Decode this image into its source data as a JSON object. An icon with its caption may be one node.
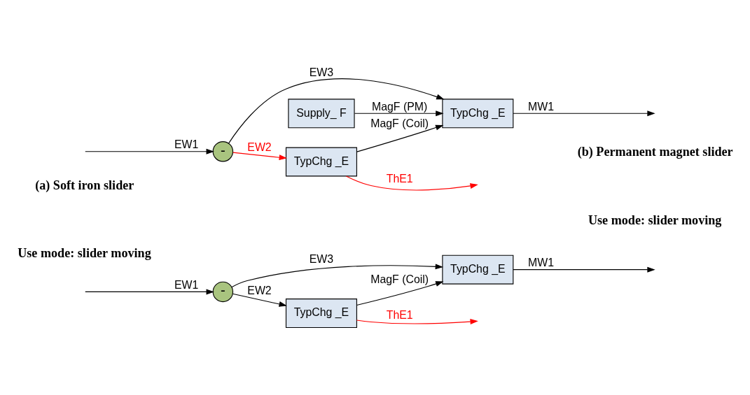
{
  "diagram": {
    "nodes": [
      {
        "text": [
          "-"
        ]
      },
      {
        "text": [
          "TypChg _E"
        ]
      },
      {
        "text": [
          "TypChg _E"
        ]
      },
      {
        "text": [
          "-"
        ]
      },
      {
        "text": [
          "TypChg _E"
        ]
      },
      {
        "text": [
          "TypChg _E"
        ]
      },
      {
        "text": [
          "Supply_ F"
        ]
      }
    ],
    "edges": [
      {
        "from": null,
        "to": 0,
        "arrow": "to",
        "label": "EW1"
      },
      {
        "from": 0,
        "to": 1,
        "arrow": "to",
        "label": "EW2"
      },
      {
        "from": 0,
        "to": 2,
        "arrow": "to",
        "label": "EW3"
      },
      {
        "from": 1,
        "to": null,
        "arrow": "to",
        "label": "ThE1",
        "color": "#ff0000"
      },
      {
        "from": 1,
        "to": 2,
        "arrow": "to",
        "label": "MagF (Coil)"
      },
      {
        "from": 2,
        "to": null,
        "arrow": "to",
        "label": "MW1"
      },
      {
        "from": null,
        "to": 3,
        "arrow": "to",
        "label": "EW1"
      },
      {
        "from": 3,
        "to": 4,
        "arrow": "to",
        "label": "EW2",
        "color": "#ff0000"
      },
      {
        "from": 3,
        "to": 5,
        "arrow": "to",
        "label": "EW3"
      },
      {
        "from": 4,
        "to": null,
        "arrow": "to",
        "label": "ThE1",
        "color": "#ff0000"
      },
      {
        "from": 4,
        "to": 5,
        "arrow": "to",
        "label": "MagF (Coil)"
      },
      {
        "from": 5,
        "to": null,
        "arrow": "to",
        "label": "MW1"
      },
      {
        "from": 6,
        "to": 5,
        "arrow": "to",
        "label": "MagF (PM)"
      }
    ],
    "labels": [
      "(a) Soft iron slider",
      "(b) Permanent magnet slider",
      "Use mode: slider moving",
      "Use mode: slider moving"
    ]
  }
}
